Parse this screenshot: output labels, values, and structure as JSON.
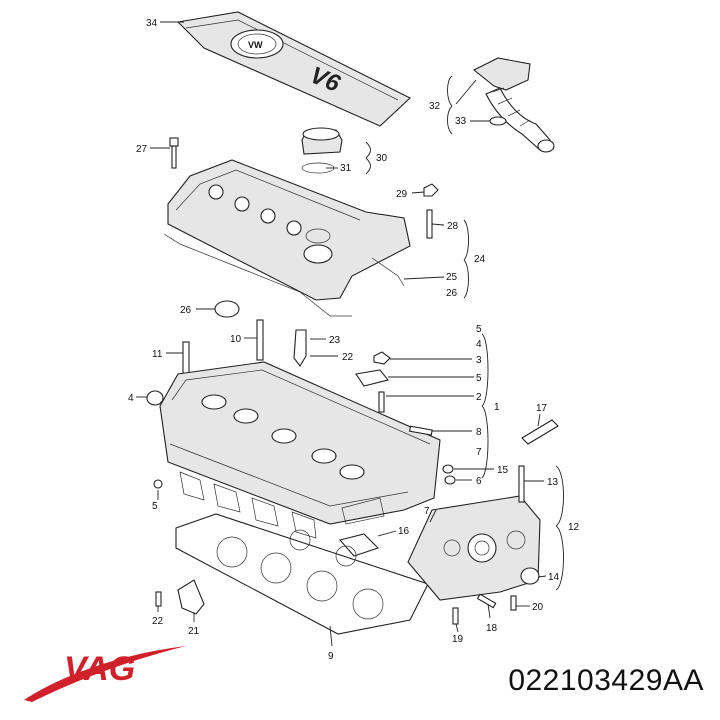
{
  "brand": {
    "name": "VAG",
    "color": "#d0202a"
  },
  "part_number": "022103429AA",
  "cover_text": {
    "badge": "V6"
  },
  "callouts": [
    "1",
    "2",
    "3",
    "4",
    "5",
    "6",
    "7",
    "8",
    "9",
    "10",
    "11",
    "12",
    "13",
    "14",
    "15",
    "16",
    "17",
    "18",
    "19",
    "20",
    "21",
    "22",
    "23",
    "24",
    "25",
    "26",
    "27",
    "28",
    "29",
    "30",
    "31",
    "32",
    "33",
    "34"
  ],
  "colors": {
    "line": "#222222",
    "fill": "#e6e6e6",
    "background": "#ffffff"
  }
}
